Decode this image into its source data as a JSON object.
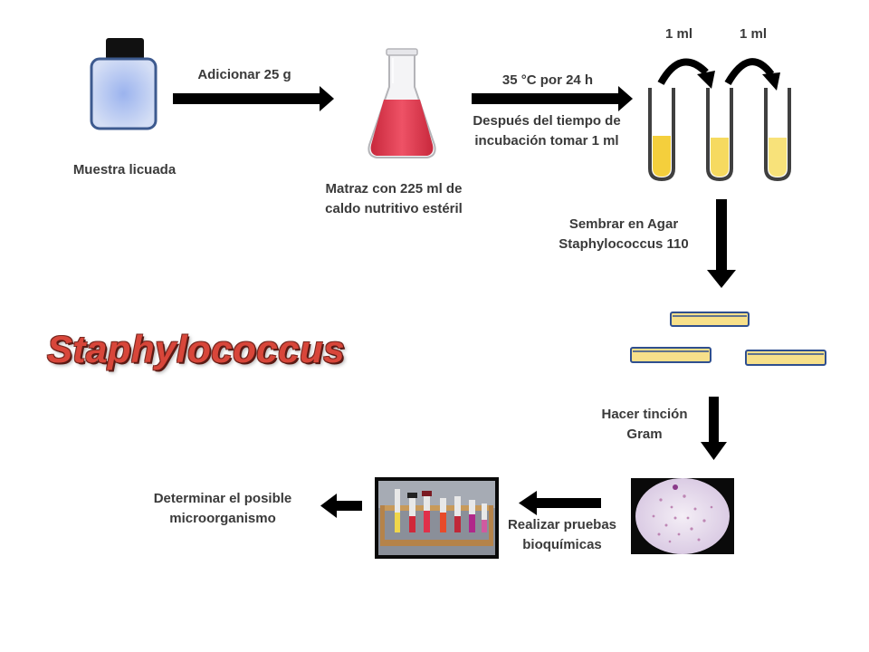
{
  "title": "Staphylococcus",
  "labels": {
    "sample": "Muestra licuada",
    "add": "Adicionar 25 g",
    "flask_line1": "Matraz con 225 ml de",
    "flask_line2": "caldo nutritivo estéril",
    "incubation": "35 °C por 24 h",
    "after_line1": "Después del tiempo de",
    "after_line2": "incubación tomar 1 ml",
    "transfer_1": "1 ml",
    "transfer_2": "1 ml",
    "sow_line1": "Sembrar en Agar",
    "sow_line2": "Staphylococcus 110",
    "gram_line1": "Hacer tinción",
    "gram_line2": "Gram",
    "bio_line1": "Realizar pruebas",
    "bio_line2": "bioquímicas",
    "determine_line1": "Determinar el posible",
    "determine_line2": "microorganismo"
  },
  "colors": {
    "arrow": "#000000",
    "title": "#d8463a",
    "broth": "#e0304a",
    "tube_liquid": "#f7d54a",
    "petri_agar": "#f7e08a",
    "petri_rim": "#2f4f8f",
    "bottle": "#b8c8ea"
  }
}
